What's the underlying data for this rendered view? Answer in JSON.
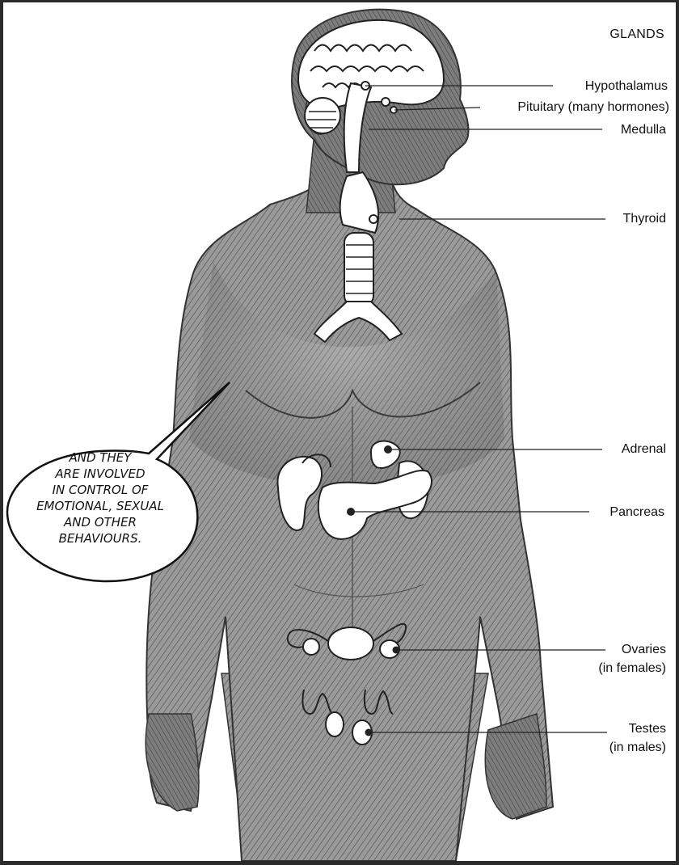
{
  "title": "GLANDS",
  "labels": {
    "hypothalamus": "Hypothalamus",
    "pituitary": "Pituitary (many hormones)",
    "medulla": "Medulla",
    "thyroid": "Thyroid",
    "adrenal": "Adrenal",
    "pancreas": "Pancreas",
    "ovaries_1": "Ovaries",
    "ovaries_2": "(in females)",
    "testes_1": "Testes",
    "testes_2": "(in males)"
  },
  "speech_bubble": {
    "lines": [
      "AND THEY",
      "ARE INVOLVED",
      "IN CONTROL OF",
      "EMOTIONAL, SEXUAL",
      "AND OTHER",
      "BEHAVIOURS."
    ]
  },
  "colors": {
    "frame": "#2b2b2b",
    "paper": "#ffffff",
    "skin_shade": "#8f8f8f",
    "organ_fill": "#ffffff",
    "ink": "#111111"
  }
}
